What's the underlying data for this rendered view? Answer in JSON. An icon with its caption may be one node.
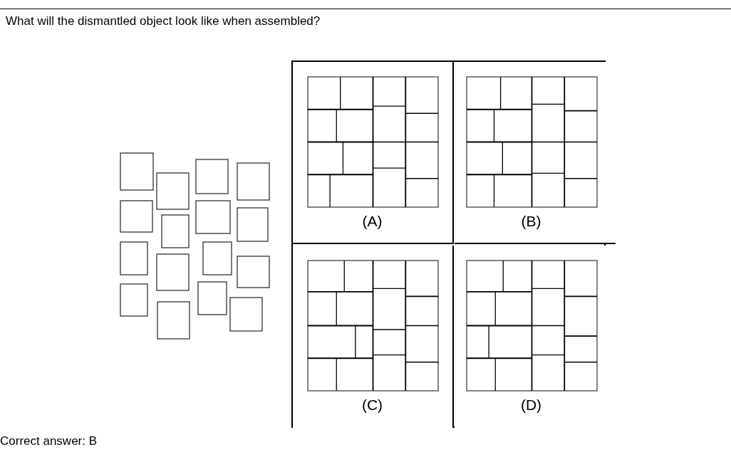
{
  "diagram": {
    "title": "What will the dismantled object look like when assembled?",
    "nodes": [
      {
        "text": [
          "(A)"
        ]
      },
      {
        "text": [
          "(B)"
        ]
      },
      {
        "text": [
          "(C)"
        ]
      },
      {
        "text": [
          "(D)"
        ]
      }
    ],
    "caption": "Correct answer: B"
  }
}
